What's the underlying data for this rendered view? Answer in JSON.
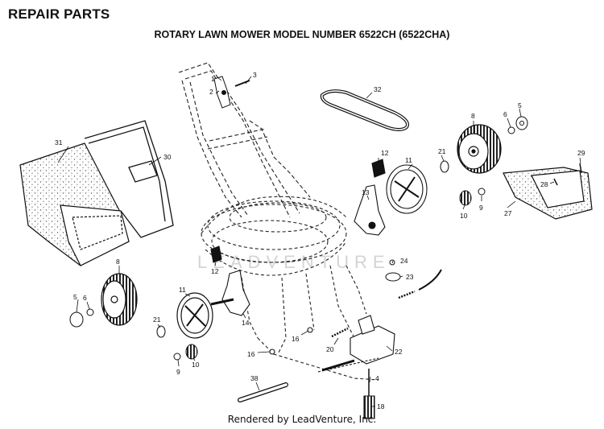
{
  "header": {
    "title": "REPAIR PARTS",
    "subtitle": "ROTARY LAWN MOWER MODEL NUMBER 6522CH (6522CHA)"
  },
  "footer": {
    "credit": "Rendered by LeadVenture, Inc."
  },
  "watermark": {
    "text": "LEADVENTURE"
  },
  "callouts": [
    {
      "id": "c-1",
      "text": "1"
    },
    {
      "id": "c-2",
      "text": "2"
    },
    {
      "id": "c-3",
      "text": "3"
    },
    {
      "id": "c-32",
      "text": "32"
    },
    {
      "id": "c-8-right",
      "text": "8"
    },
    {
      "id": "c-6-right",
      "text": "6"
    },
    {
      "id": "c-5-right",
      "text": "5"
    },
    {
      "id": "c-31",
      "text": "31"
    },
    {
      "id": "c-30",
      "text": "30"
    },
    {
      "id": "c-12-top",
      "text": "12"
    },
    {
      "id": "c-11-top",
      "text": "11"
    },
    {
      "id": "c-21-right",
      "text": "21"
    },
    {
      "id": "c-29",
      "text": "29"
    },
    {
      "id": "c-13",
      "text": "13"
    },
    {
      "id": "c-28",
      "text": "28"
    },
    {
      "id": "c-10-right",
      "text": "10"
    },
    {
      "id": "c-9-right",
      "text": "9"
    },
    {
      "id": "c-27",
      "text": "27"
    },
    {
      "id": "c-8-left",
      "text": "8"
    },
    {
      "id": "c-12-mid",
      "text": "12"
    },
    {
      "id": "c-24",
      "text": "24"
    },
    {
      "id": "c-23",
      "text": "23"
    },
    {
      "id": "c-5-left",
      "text": "5"
    },
    {
      "id": "c-6-left",
      "text": "6"
    },
    {
      "id": "c-11-left",
      "text": "11"
    },
    {
      "id": "c-21-left",
      "text": "21"
    },
    {
      "id": "c-14",
      "text": "14"
    },
    {
      "id": "c-16-right",
      "text": "16"
    },
    {
      "id": "c-20",
      "text": "20"
    },
    {
      "id": "c-22",
      "text": "22"
    },
    {
      "id": "c-16-left",
      "text": "16"
    },
    {
      "id": "c-10-left",
      "text": "10"
    },
    {
      "id": "c-9-left",
      "text": "9"
    },
    {
      "id": "c-38",
      "text": "38"
    },
    {
      "id": "c-4",
      "text": "4"
    },
    {
      "id": "c-18",
      "text": "18"
    }
  ]
}
